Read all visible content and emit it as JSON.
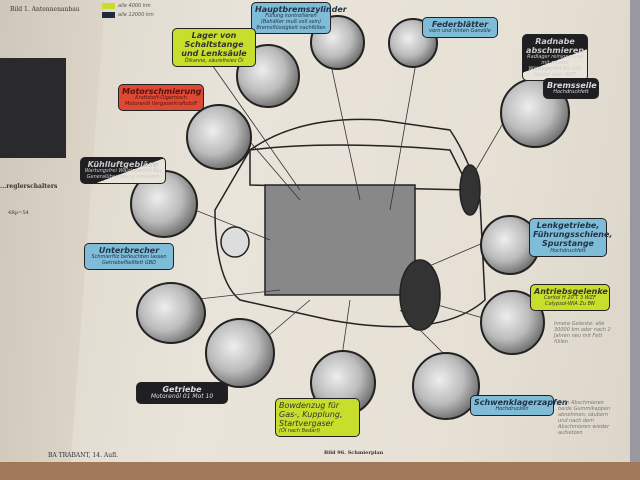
{
  "left_page": {
    "caption_top": "Bild 1. Antennenanbau",
    "caption_mid": "...reglerschalters",
    "part_label": "4Rp=54"
  },
  "legend": [
    {
      "label": "alle 4000 km",
      "color": "#c8de2c"
    },
    {
      "label": "alle 12000 km",
      "color": "#1f2a40"
    }
  ],
  "labels": {
    "hauptbremszylinder": {
      "title": "Hauptbremszylinder",
      "sub": "Füllung kontrollieren (Behälter muß voll sein) Bremsflüssigkeit nachfüllen"
    },
    "lager": {
      "title": "Lager von Schaltstange und Lenksäule",
      "sub": "Ölkanne, säurefreies Öl"
    },
    "motor": {
      "title": "Motorschmierung",
      "sub": "Kraftstoff-Ölgemisch Motorenöl Vergaserkraftstoff"
    },
    "federblaetter": {
      "title": "Federblätter",
      "sub": "vorn und hinten Ganzöle"
    },
    "radnabe": {
      "title": "Radnabe abschmieren",
      "sub": "Radlager reinigen und mit neuem Wälzlagerfett bis 250 Ceritol oder WZF"
    },
    "bremsseile": {
      "title": "Bremsseile",
      "sub": "Hochdruckfett"
    },
    "kuehlluft": {
      "title": "Kühlluftgebläse",
      "sub": "Wartungsfrei Wälzlagerfett Bei Generalüberholung erneuern"
    },
    "unterbrecher": {
      "title": "Unterbrecher",
      "sub": "Schmierfilz befeuchten lassen Getriebefließfett GBD"
    },
    "lenkgetriebe": {
      "title": "Lenkgetriebe, Führungsschiene, Spurstange",
      "sub": "Hochdruckfett"
    },
    "antrieb": {
      "title": "Antriebsgelenke",
      "sub": "Ceritol H 20 T 3 WZF Calypsol-WIA Zu BN"
    },
    "schwenk": {
      "title": "Schwenklagerzapfen",
      "sub": "Hochdrucken"
    },
    "getriebe": {
      "title": "Getriebe",
      "sub": "Motorenöl 01 Mot 10"
    },
    "bowdenzug": {
      "title": "Bowdenzug für Gas-, Kupplung, Startvergaser",
      "sub": "(Öl nach Bedarf)"
    }
  },
  "notes": {
    "antrieb": "Innere Gelenke: alle 30000 km oder nach 2 Jahren neu mit Fett füllen",
    "schwenk": "Zum Abschmieren beide Gummikappen abnehmen, säubern und nach dem Abschmieren wieder aufsetzen"
  },
  "footer": {
    "left": "BA TRABANT, 14. Aufl.",
    "right": "Bild 96. Schmierplan"
  }
}
